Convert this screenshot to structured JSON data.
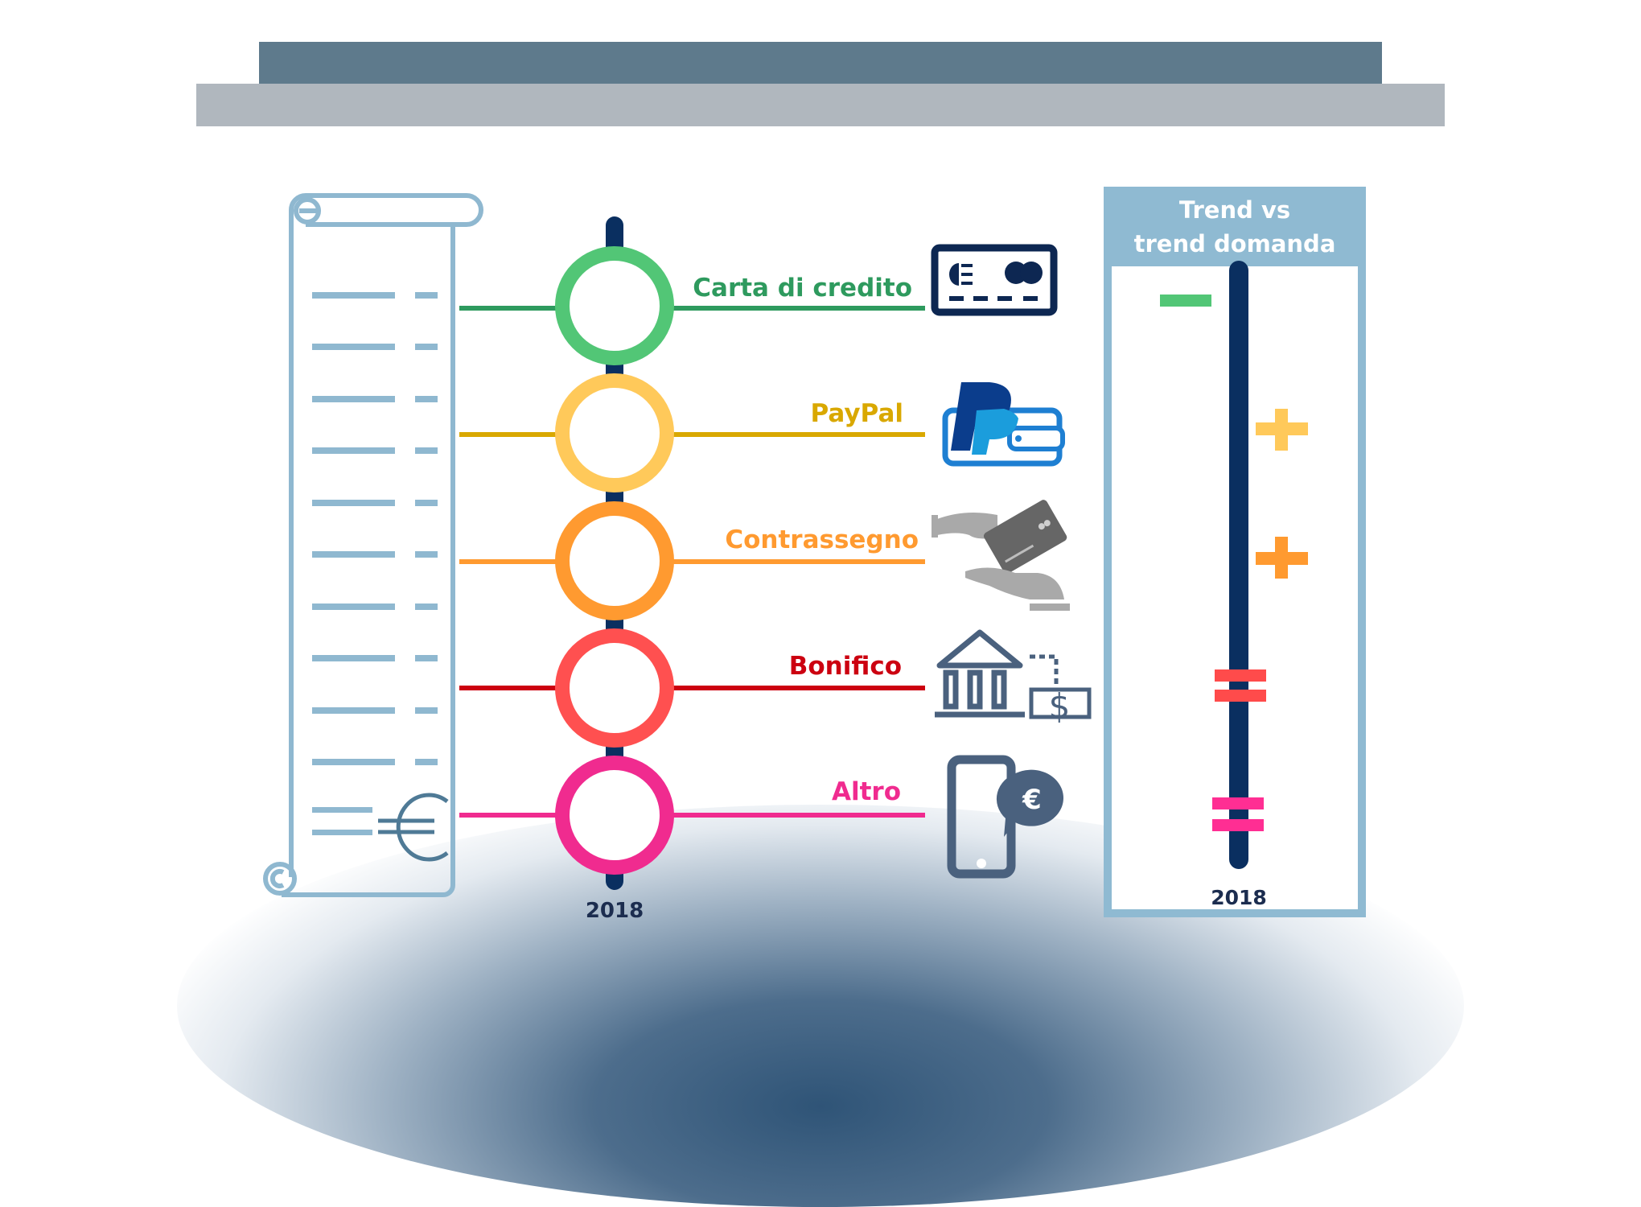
{
  "header": {
    "bar_dark_color": "#5e7a8c",
    "bar_grey_color": "#b0b7be"
  },
  "timeline": {
    "year": "2018",
    "items": [
      {
        "label": "Carta di credito",
        "color": "#2e9a5e",
        "ring_color": "#52c676",
        "icon": "credit-card-icon"
      },
      {
        "label": "PayPal",
        "color": "#d9a800",
        "ring_color": "#ffc95a",
        "icon": "paypal-wallet-icon"
      },
      {
        "label": "Contrassegno",
        "color": "#ff9a30",
        "ring_color": "#ff9a30",
        "icon": "cash-on-delivery-hands-icon"
      },
      {
        "label": "Bonifico",
        "color": "#cc0010",
        "ring_color": "#ff5050",
        "icon": "bank-transfer-icon"
      },
      {
        "label": "Altro",
        "color": "#f02b8f",
        "ring_color": "#f02b8f",
        "icon": "mobile-payment-euro-icon"
      }
    ]
  },
  "trend_panel": {
    "title_line1": "Trend vs",
    "title_line2": "trend domanda",
    "year": "2018",
    "markers": [
      {
        "item": "Carta di credito",
        "symbol": "minus",
        "color": "#52c676"
      },
      {
        "item": "PayPal",
        "symbol": "plus",
        "color": "#ffc95a"
      },
      {
        "item": "Contrassegno",
        "symbol": "plus",
        "color": "#ff9a30"
      },
      {
        "item": "Bonifico",
        "symbol": "equal",
        "color": "#ff4b4b"
      },
      {
        "item": "Altro",
        "symbol": "equal",
        "color": "#ff2e93"
      }
    ]
  },
  "scroll": {
    "icon": "receipt-scroll-euro-icon"
  }
}
